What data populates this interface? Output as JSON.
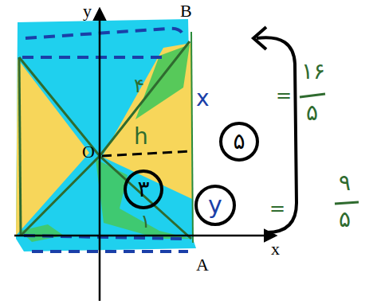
{
  "diagram": {
    "nodes": [
      {
        "text": [
          "۵"
        ]
      },
      {
        "text": [
          "۳"
        ]
      },
      {
        "text": [
          "y"
        ]
      }
    ],
    "labels": [
      "y",
      "B",
      "O",
      "A",
      "x",
      "۴",
      "x",
      "h",
      "=",
      "۱۶",
      "۵",
      "۱",
      "=",
      "۹",
      "۵"
    ]
  }
}
